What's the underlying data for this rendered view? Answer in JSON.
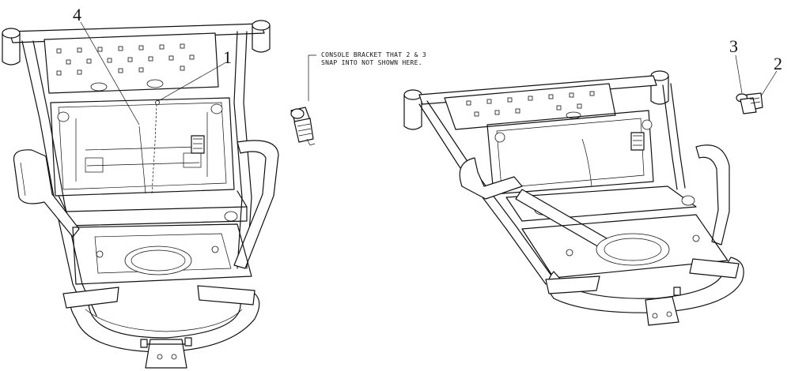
{
  "callouts": {
    "c1": "1",
    "c2": "2",
    "c3": "3",
    "c4": "4"
  },
  "note": {
    "line1": "CONSOLE BRACKET THAT 2 & 3",
    "line2": "SNAP INTO NOT SHOWN HERE."
  }
}
